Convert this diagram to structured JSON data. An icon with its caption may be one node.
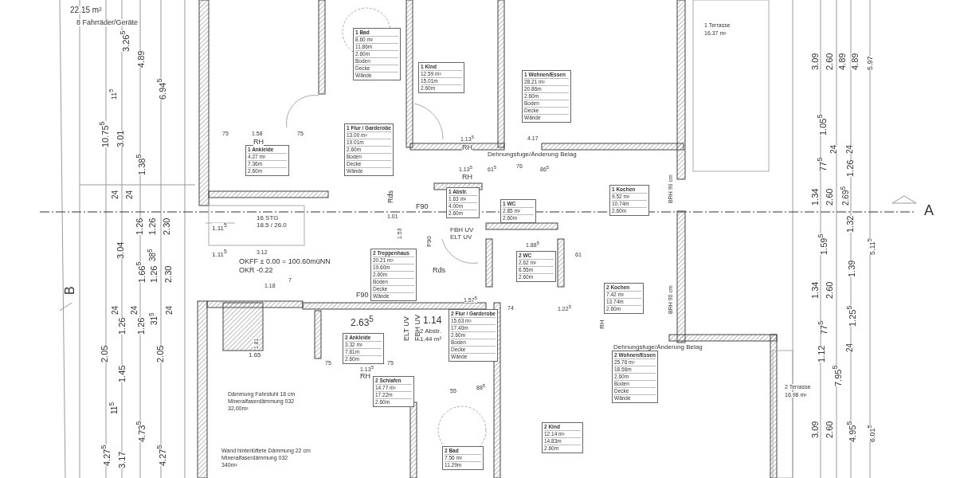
{
  "diagram": {
    "nodes": [
      {
        "text": [
          "1 Bad",
          "8.60 m²",
          "11.86m",
          "2.60m",
          "Boden",
          "Decke",
          "Wände"
        ]
      },
      {
        "text": [
          "1 Kind",
          "12.59 m²",
          "15.01m",
          "2.60m"
        ]
      },
      {
        "text": [
          "1 Wohnen/Essen",
          "28.21 m²",
          "20.86m",
          "2.60m",
          "Boden",
          "Decke",
          "Wände"
        ]
      },
      {
        "text": [
          "1 Ankleide",
          "4.27 m²",
          "7.36m",
          "2.60m"
        ]
      },
      {
        "text": [
          "1 Flur / Garderobe",
          "13.00 m²",
          "19.01m",
          "2.60m",
          "Boden",
          "Decke",
          "Wände"
        ]
      },
      {
        "text": [
          "1 Abstr.",
          "1.63 m²",
          "4.00m",
          "2.60m"
        ]
      },
      {
        "text": [
          "1 WC",
          "2.85 m²",
          "2.60m"
        ]
      },
      {
        "text": [
          "1 Kochen",
          "9.52 m²",
          "10.74m",
          "2.60m"
        ]
      },
      {
        "text": [
          "2 Treppenhaus",
          "20.21 m²",
          "19.60m",
          "2.60m",
          "Boden",
          "Decke",
          "Wände"
        ]
      },
      {
        "text": [
          "2 WC",
          "2.62 m²",
          "6.55m",
          "2.60m"
        ]
      },
      {
        "text": [
          "2 Kochen",
          "7.42 m²",
          "13.74m",
          "2.60m"
        ]
      },
      {
        "text": [
          "2 Flur / Garderobe",
          "15.63 m²",
          "17.40m",
          "2.60m",
          "Boden",
          "Decke",
          "Wände"
        ]
      },
      {
        "text": [
          "2 Ankleide",
          "3.32 m²",
          "7.81m",
          "2.60m"
        ]
      },
      {
        "text": [
          "2 Schlafen",
          "14.77 m²",
          "17.22m",
          "2.60m"
        ]
      },
      {
        "text": [
          "2 Wohnen/Essen",
          "25.76 m²",
          "18.56m",
          "2.60m",
          "Boden",
          "Decke",
          "Wände"
        ]
      },
      {
        "text": [
          "2 Kind",
          "12.14 m²",
          "14.83m",
          "2.60m"
        ]
      },
      {
        "text": [
          "2 Bad",
          "7.56 m²",
          "11.29m"
        ]
      }
    ],
    "labels": [
      "22.15 m²",
      "8 Fahrräder/Geräte",
      "3.26$^{5}$",
      "4.89",
      "6.94$^{5}$",
      "11$^{5}$",
      "10.75$^{5}$",
      "3.01",
      "1.38$^{5}$",
      "24",
      "24",
      "1.26",
      "1.26",
      "2.30",
      "3.04",
      "38$^{5}$",
      "1.66$^{5}$",
      "1.26",
      "2.30",
      "B",
      "24",
      "24",
      "24",
      "31$^{5}$",
      "1.26",
      "1.26",
      "2.05",
      "2.05",
      "1.45",
      "11$^{5}$",
      "4.73$^{5}$",
      "4.27$^{5}$",
      "3.17",
      "4.27$^{5}$",
      "1 Terrasse",
      "16.37 m²",
      "3.09",
      "2.60",
      "4.89",
      "4.89",
      "5.97",
      "1.05$^{5}$",
      "24",
      "24",
      "77$^{5}$",
      "1.26",
      "1.34",
      "2.60",
      "2.69$^{5}$",
      "A",
      "1.32",
      "1.59$^{5}$",
      "5.11$^{5}$",
      "1.39",
      "1.34",
      "2.60",
      "1.25$^{5}$",
      "77$^{5}$",
      "24",
      "1.12",
      "7.95$^{5}$",
      "2 Terrasse",
      "16.98 m²",
      "3.09",
      "2.60",
      "4.95$^{5}$",
      "6.01$^{5}$",
      "75",
      "1.58",
      "75",
      "RH",
      "1.13$^{5}$",
      "4.17",
      "RH",
      "Dehnungsfuge/Änderung Belag",
      "1.13$^{5}$",
      "RH",
      "61$^{5}$",
      "76",
      "86$^{5}$",
      "Rds",
      "F90",
      "16 STG",
      "18.5 / 26.0",
      "1.11$^{5}$",
      "1.01",
      "1.53",
      "FBH UV",
      "ELT UV",
      "F90",
      "1.11$^{5}$",
      "3.12",
      "OKFF ± 0.00 = 100.60müNN",
      "OKR -0.22",
      "1.18",
      "7",
      "Rds",
      "F90",
      "1.88$^{5}$",
      "61",
      "2.63$^{5}$",
      "1.14",
      "ELT UV",
      "FBH UV",
      "2 Abstr.",
      "1.44 m²",
      "1.57$^{5}$",
      "74",
      "1.22$^{5}$",
      "75",
      "1.13$^{5}$",
      "75",
      "RH",
      "RH",
      "Dehnungsfuge/Änderung Belag",
      "55",
      "88$^{5}$",
      "1.81",
      "1.65",
      "BRH 90 cm",
      "BRH 90 cm",
      "Dämmung Fahrstuhl 18 cm",
      "Mineralfaserdämmung 032",
      "32,00m²",
      "Wand hinterlüftete Dämmung 22 cm",
      "Mineralfaserdämmung 032",
      "340m²"
    ]
  }
}
